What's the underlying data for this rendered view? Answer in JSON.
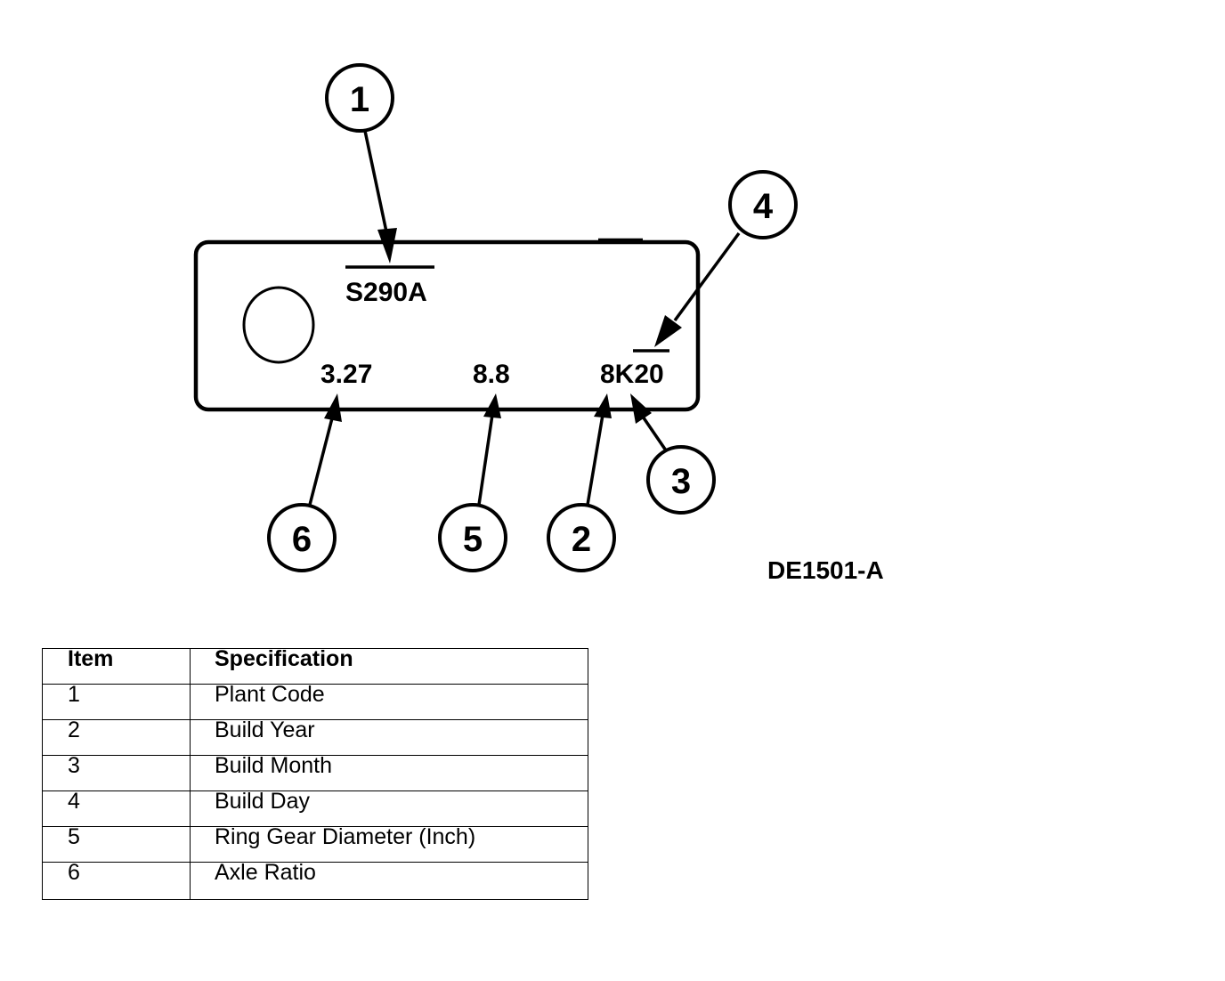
{
  "diagram": {
    "tag_codes": {
      "plant_code": "S290A",
      "axle_ratio": "3.27",
      "ring_gear": "8.8",
      "date_code": "8K20"
    },
    "callouts": [
      "1",
      "2",
      "3",
      "4",
      "5",
      "6"
    ],
    "figure_id": "DE1501-A"
  },
  "table": {
    "headers": {
      "item": "Item",
      "specification": "Specification"
    },
    "rows": [
      {
        "item": "1",
        "specification": "Plant Code"
      },
      {
        "item": "2",
        "specification": "Build Year"
      },
      {
        "item": "3",
        "specification": "Build Month"
      },
      {
        "item": "4",
        "specification": "Build Day"
      },
      {
        "item": "5",
        "specification": "Ring Gear Diameter (Inch)"
      },
      {
        "item": "6",
        "specification": "Axle Ratio"
      }
    ]
  }
}
